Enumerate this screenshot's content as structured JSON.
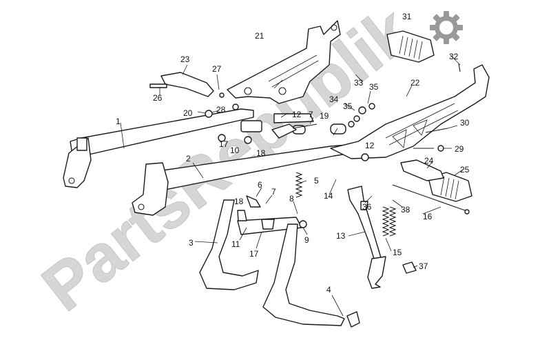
{
  "watermark": {
    "text": "PartsRepublik"
  },
  "callouts": [
    {
      "id": "c1",
      "label": "1"
    },
    {
      "id": "c2",
      "label": "2"
    },
    {
      "id": "c3",
      "label": "3"
    },
    {
      "id": "c4",
      "label": "4"
    },
    {
      "id": "c5",
      "label": "5"
    },
    {
      "id": "c6",
      "label": "6"
    },
    {
      "id": "c7a",
      "label": "7"
    },
    {
      "id": "c7b",
      "label": "7"
    },
    {
      "id": "c8",
      "label": "8"
    },
    {
      "id": "c9",
      "label": "9"
    },
    {
      "id": "c10",
      "label": "10"
    },
    {
      "id": "c11",
      "label": "11"
    },
    {
      "id": "c12a",
      "label": "12"
    },
    {
      "id": "c12b",
      "label": "12"
    },
    {
      "id": "c13",
      "label": "13"
    },
    {
      "id": "c14",
      "label": "14"
    },
    {
      "id": "c15",
      "label": "15"
    },
    {
      "id": "c16",
      "label": "16"
    },
    {
      "id": "c17a",
      "label": "17"
    },
    {
      "id": "c17b",
      "label": "17"
    },
    {
      "id": "c18a",
      "label": "18"
    },
    {
      "id": "c18b",
      "label": "18"
    },
    {
      "id": "c19",
      "label": "19"
    },
    {
      "id": "c20",
      "label": "20"
    },
    {
      "id": "c21",
      "label": "21"
    },
    {
      "id": "c22",
      "label": "22"
    },
    {
      "id": "c23",
      "label": "23"
    },
    {
      "id": "c24",
      "label": "24"
    },
    {
      "id": "c25",
      "label": "25"
    },
    {
      "id": "c26",
      "label": "26"
    },
    {
      "id": "c27",
      "label": "27"
    },
    {
      "id": "c28",
      "label": "28"
    },
    {
      "id": "c29",
      "label": "29"
    },
    {
      "id": "c30",
      "label": "30"
    },
    {
      "id": "c31",
      "label": "31"
    },
    {
      "id": "c32",
      "label": "32"
    },
    {
      "id": "c33",
      "label": "33"
    },
    {
      "id": "c34",
      "label": "34"
    },
    {
      "id": "c35a",
      "label": "35"
    },
    {
      "id": "c35b",
      "label": "35"
    },
    {
      "id": "c36",
      "label": "36"
    },
    {
      "id": "c37",
      "label": "37"
    },
    {
      "id": "c38",
      "label": "38"
    }
  ],
  "icons": {
    "logo": "gear-icon"
  }
}
